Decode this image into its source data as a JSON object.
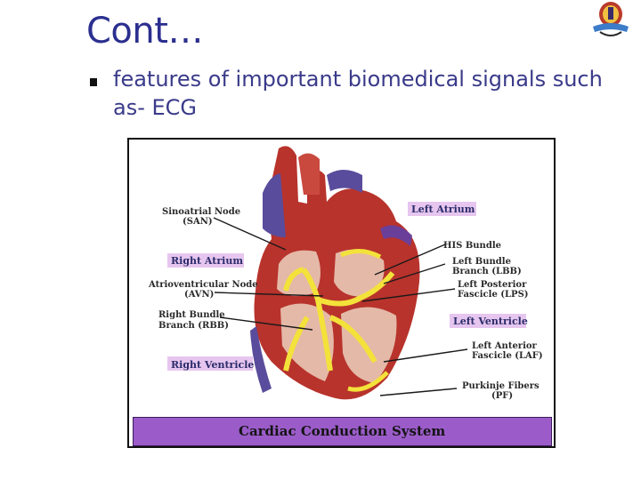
{
  "slide": {
    "title": "Cont…",
    "bullet": "features of important biomedical signals such as- ECG"
  },
  "figure": {
    "caption": "Cardiac Conduction System",
    "labels": {
      "san": "Sinoatrial Node",
      "san_abbr": "(SAN)",
      "left_atrium": "Left Atrium",
      "his": "HIS Bundle",
      "right_atrium": "Right Atrium",
      "lbb": "Left Bundle",
      "lbb2": "Branch (LBB)",
      "avn": "Atrioventricular Node",
      "avn_abbr": "(AVN)",
      "lps": "Left Posterior",
      "lps2": "Fascicle (LPS)",
      "rbb": "Right Bundle",
      "rbb2": "Branch (RBB)",
      "left_ventricle": "Left Ventricle",
      "laf": "Left Anterior",
      "laf2": "Fascicle (LAF)",
      "right_ventricle": "Right Ventricle",
      "pf": "Purkinje Fibers",
      "pf_abbr": "(PF)"
    }
  },
  "colors": {
    "title": "#2b2f8f",
    "caption_bar": "#9b5cc9",
    "chamber_tag": "#e6c6ef",
    "heart_red": "#b8332c",
    "vein_purple": "#5a4c9c",
    "conduction_yellow": "#f3e23a"
  },
  "icons": [
    "square-bullet-icon",
    "institution-logo-icon"
  ]
}
